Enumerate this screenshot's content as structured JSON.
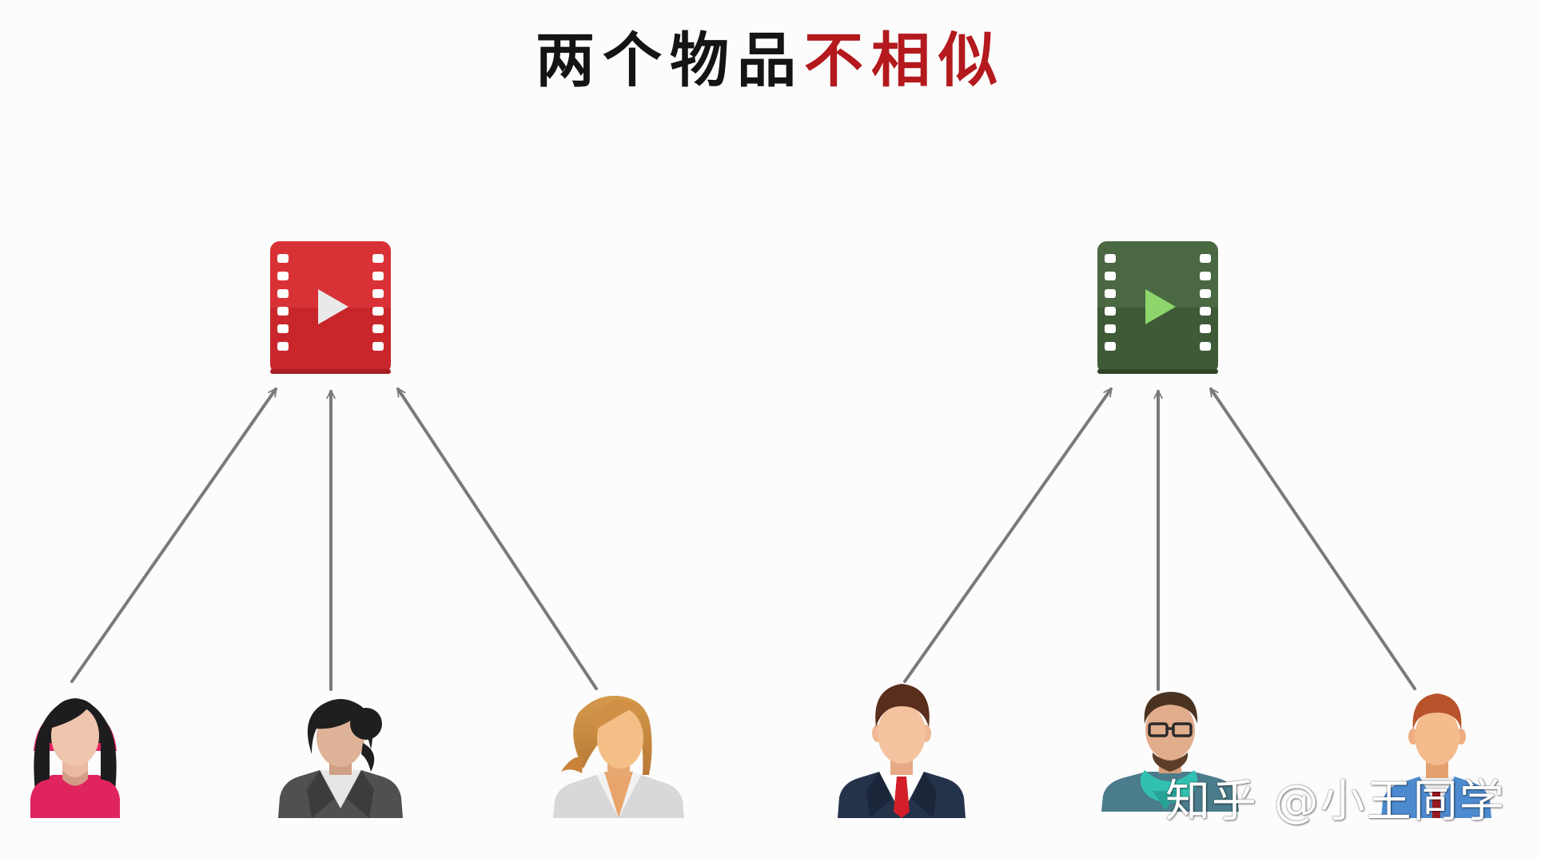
{
  "title": {
    "normal": "两个物品",
    "emphasis": "不相似"
  },
  "colors": {
    "title_emphasis": "#b3191d",
    "item_a": "#c8262b",
    "item_b": "#3e5a36",
    "item_b_play": "#8ed66b",
    "arrow": "#7a7a7a"
  },
  "groups": [
    {
      "item_icon": "video-film-icon",
      "item_color": "red",
      "users": [
        "woman-pink-shirt-icon",
        "woman-grey-suit-icon",
        "woman-blonde-icon"
      ]
    },
    {
      "item_icon": "video-film-icon",
      "item_color": "green",
      "users": [
        "man-suit-red-tie-icon",
        "man-glasses-scarf-icon",
        "man-redhead-icon"
      ]
    }
  ],
  "watermark": "知乎 @小王同学"
}
